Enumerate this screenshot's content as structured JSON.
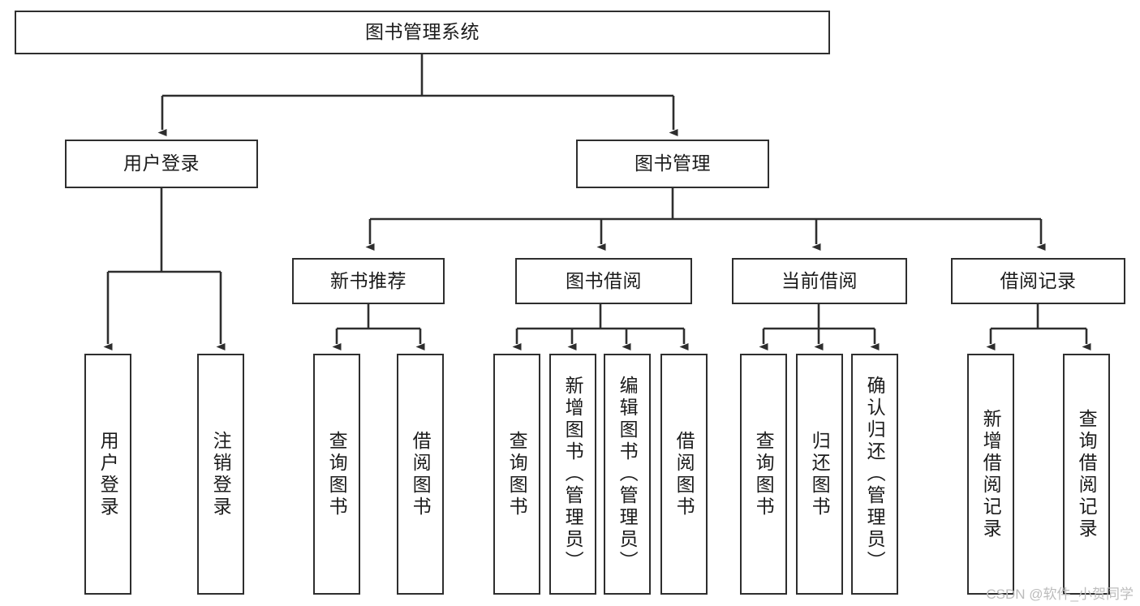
{
  "diagram": {
    "title": "图书管理系统",
    "type": "tree-hierarchy-diagram",
    "colors": {
      "box_border": "#2e2e2e",
      "box_fill": "#ffffff",
      "connector": "#2e2e2e",
      "text": "#1b1b1b",
      "watermark": "#bcbcbc",
      "background": "#ffffff"
    }
  },
  "nodes": {
    "root": {
      "label": "图书管理系统"
    },
    "level2": [
      {
        "label": "用户登录"
      },
      {
        "label": "图书管理"
      }
    ],
    "level3": [
      {
        "label": "新书推荐"
      },
      {
        "label": "图书借阅"
      },
      {
        "label": "当前借阅"
      },
      {
        "label": "借阅记录"
      }
    ],
    "leaves_user_login": [
      {
        "label": "用户登录"
      },
      {
        "label": "注销登录"
      }
    ],
    "leaves_new_book": [
      {
        "label": "查询图书"
      },
      {
        "label": "借阅图书"
      }
    ],
    "leaves_borrow": [
      {
        "label": "查询图书"
      },
      {
        "label": "新增图书（管理员）"
      },
      {
        "label": "编辑图书（管理员）"
      },
      {
        "label": "借阅图书"
      }
    ],
    "leaves_current": [
      {
        "label": "查询图书"
      },
      {
        "label": "归还图书"
      },
      {
        "label": "确认归还（管理员）"
      }
    ],
    "leaves_records": [
      {
        "label": "新增借阅记录"
      },
      {
        "label": "查询借阅记录"
      }
    ]
  },
  "watermark": {
    "text": "CSDN @软件_小贺同学"
  }
}
